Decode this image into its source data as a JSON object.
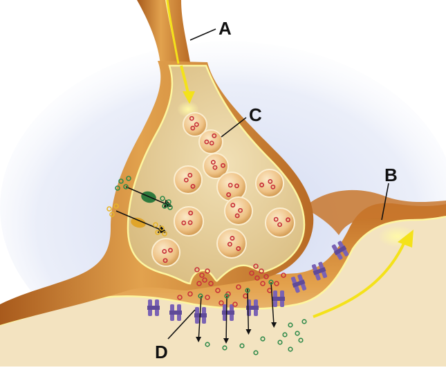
{
  "labels": {
    "a": "A",
    "b": "B",
    "c": "C",
    "d": "D"
  },
  "colors": {
    "background_glow": "#c9d2ee",
    "tissue": "#f2e2bf",
    "membrane_dark": "#b86a25",
    "membrane_mid": "#dc9b47",
    "membrane_line": "#fdf6a0",
    "terminal_fill": "#e8d29f",
    "vesicle": "#efc68a",
    "neurotransmitter": "#c8323a",
    "reuptake_molecule": "#2f8a4a",
    "yellow_molecule": "#e8b52a",
    "receptor": "#7a62b4",
    "signal_arrow": "#f4e21a"
  },
  "icons": [
    "yellow-signal-arrow",
    "vesicle",
    "receptor",
    "transporter",
    "neurotransmitter-dot"
  ]
}
